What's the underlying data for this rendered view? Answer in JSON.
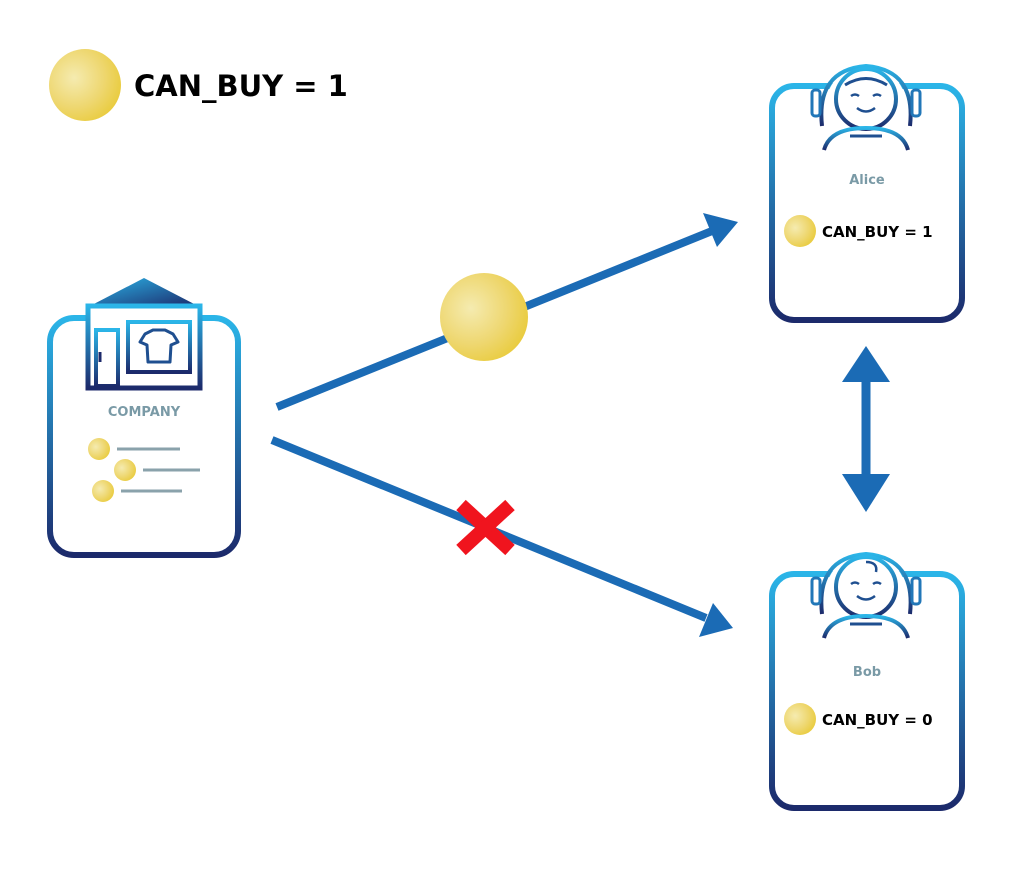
{
  "legend": {
    "label": "CAN_BUY = 1"
  },
  "company": {
    "label": "COMPANY"
  },
  "alice": {
    "name": "Alice",
    "status": "CAN_BUY = 1"
  },
  "bob": {
    "name": "Bob",
    "status": "CAN_BUY = 0"
  },
  "colors": {
    "coin_light": "#f5ebb0",
    "coin_dark": "#e8c933",
    "gradient_top": "#2bb5e8",
    "gradient_bottom": "#1c2a6b",
    "arrow": "#1b6bb5",
    "cross": "#f0141e",
    "muted_text": "#7a9aa6",
    "line_grey": "#8aa2ab"
  },
  "icons": {
    "company": "store-building-icon",
    "alice": "astronaut-woman-icon",
    "bob": "astronaut-child-icon",
    "token": "coin-token-icon",
    "blocked": "cross-icon"
  }
}
